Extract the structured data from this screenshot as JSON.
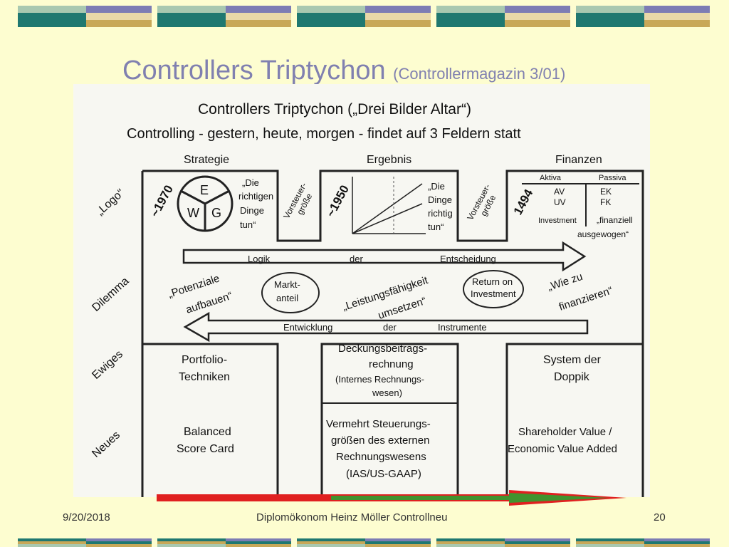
{
  "slide": {
    "title": "Controllers Triptychon",
    "subtitle": "(Controllermagazin 3/01)",
    "footer": {
      "date": "9/20/2018",
      "author": "Diplomökonom Heinz Möller   Controllneu",
      "page": "20"
    }
  },
  "diagram": {
    "heading1": "Controllers Triptychon („Drei Bilder Altar“)",
    "heading2": "Controlling - gestern, heute, morgen - findet auf 3 Feldern statt",
    "columns": {
      "strategie": "Strategie",
      "ergebnis": "Ergebnis",
      "finanzen": "Finanzen"
    },
    "row_labels": {
      "logo": "„Logo“",
      "dilemma": "Dilemma",
      "ewiges": "Ewiges",
      "neues": "Neues"
    },
    "years": {
      "y1970": "~1970",
      "y1950": "~1950",
      "y1494": "1494"
    },
    "vorsteuer": {
      "line1": "Vorsteuer-",
      "line2": "größe"
    },
    "ewg": {
      "e": "E",
      "w": "W",
      "g": "G"
    },
    "strategie_quote": [
      "„Die",
      "richtigen",
      "Dinge",
      "tun“"
    ],
    "ergebnis_quote": [
      "„Die",
      "Dinge",
      "richtig",
      "tun“"
    ],
    "balance": {
      "aktiva": "Aktiva",
      "passiva": "Passiva",
      "av": "AV",
      "uv": "UV",
      "ek": "EK",
      "fk": "FK",
      "investment": "Investment",
      "quote1": "„finanziell",
      "quote2": "ausgewogen“"
    },
    "arrow_right": {
      "w1": "Logik",
      "w2": "der",
      "w3": "Entscheidung"
    },
    "arrow_left": {
      "w1": "Entwicklung",
      "w2": "der",
      "w3": "Instrumente"
    },
    "dilemma": {
      "potenziale1": "„Potenziale",
      "potenziale2": "aufbauen“",
      "markt1": "Markt-",
      "markt2": "anteil",
      "leistung1": "„Leistungsfähigkeit",
      "leistung2": "umsetzen“",
      "return1": "Return on",
      "return2": "Investment",
      "wie1": "„Wie zu",
      "wie2": "finanzieren“"
    },
    "ewiges": {
      "left1": "Portfolio-",
      "left2": "Techniken",
      "mid1": "Deckungsbeitrags-",
      "mid2": "rechnung",
      "mid3": "(Internes Rechnungs-",
      "mid4": "wesen)",
      "right1": "System der",
      "right2": "Doppik"
    },
    "neues": {
      "left1": "Balanced",
      "left2": "Score Card",
      "mid1": "Vermehrt Steuerungs-",
      "mid2": "größen des externen",
      "mid3": "Rechnungswesens",
      "mid4": "(IAS/US-GAAP)",
      "right1": "Shareholder Value /",
      "right2": "Economic Value Added"
    }
  },
  "colors": {
    "background": "#fdfdd0",
    "title": "#8080b0",
    "deco_purple": "#7c7cb4",
    "deco_teal": "#1f7870",
    "deco_sage": "#a8c8b0",
    "deco_tan": "#c8a858",
    "arrow_red": "#e02020",
    "arrow_green": "#30a030"
  }
}
